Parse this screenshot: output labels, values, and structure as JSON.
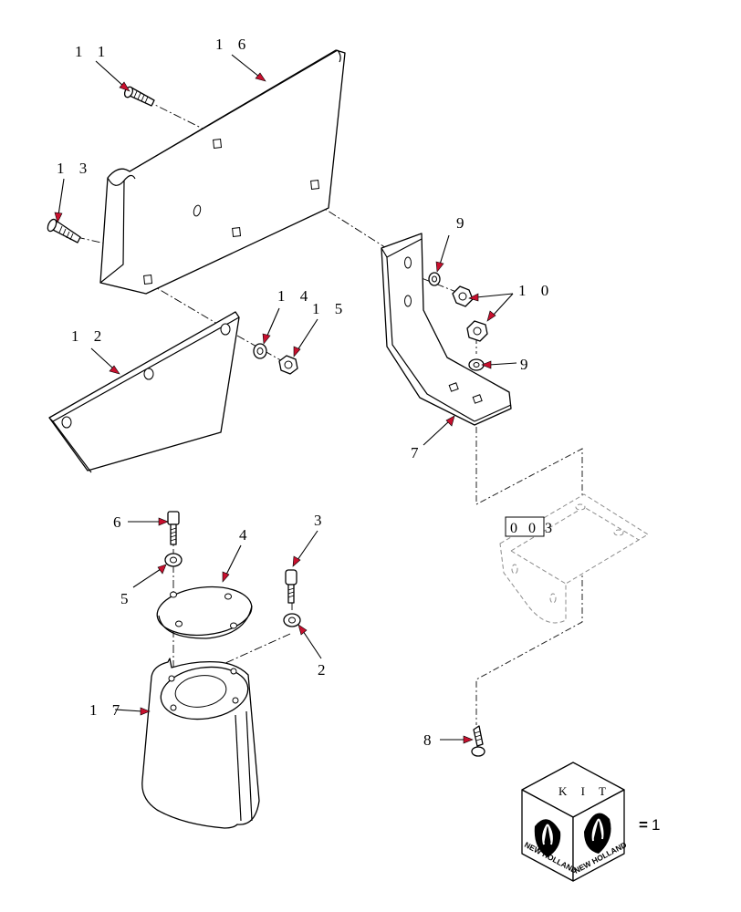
{
  "callouts": {
    "c1": "1 1",
    "c2": "1 6",
    "c3": "1 3",
    "c4": "9",
    "c5": "1 0",
    "c6": "1 4",
    "c7": "1 5",
    "c8": "1 2",
    "c9": "9",
    "c10": "7",
    "c11": "6",
    "c12": "4",
    "c13": "3",
    "c14": "5",
    "c15": "2",
    "c16": "1 7",
    "c17": "8"
  },
  "reference_page": {
    "boxed": "0 0",
    "suffix": "3"
  },
  "kit": {
    "label": "K I T",
    "brand_left": "NEW HOLLAND",
    "brand_right": "NEW HOLLAND",
    "equals": "=",
    "quantity": "1"
  },
  "colors": {
    "arrow": "#c8102e",
    "line": "#000000",
    "ghost": "#8c8c8c"
  }
}
